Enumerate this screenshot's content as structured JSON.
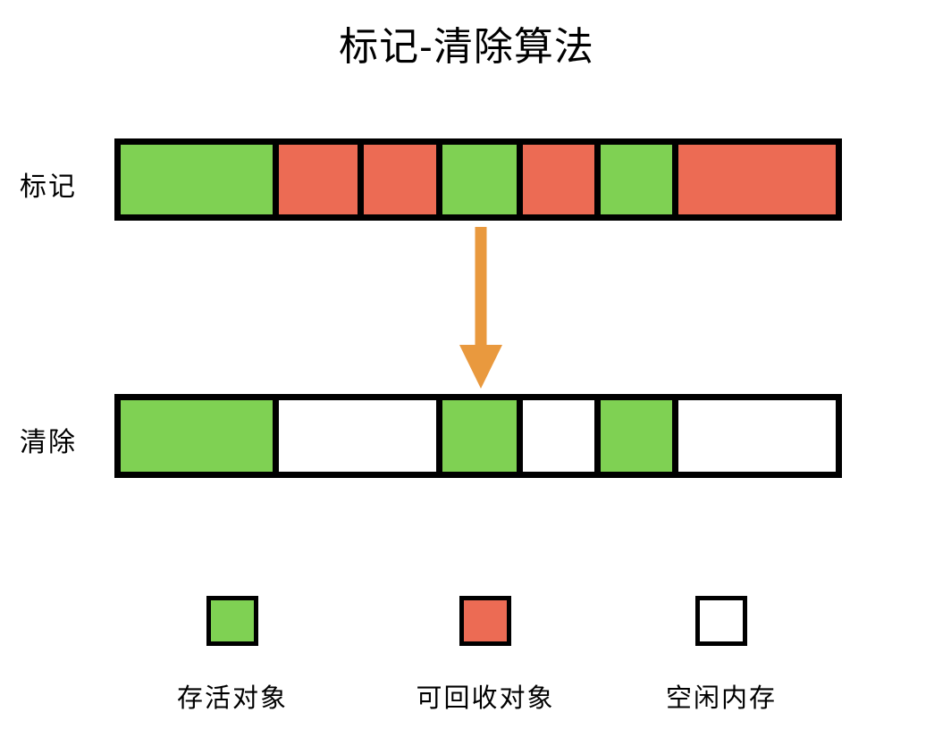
{
  "title": "标记-清除算法",
  "colors": {
    "live": "#7FD153",
    "reclaimable": "#EC6B54",
    "free": "#FFFFFF",
    "arrow": "#E9993E",
    "outline": "#000000"
  },
  "bars": [
    {
      "label": "标记",
      "segments": [
        {
          "type": "live",
          "weight": 170
        },
        {
          "type": "reclaimable",
          "weight": 88
        },
        {
          "type": "reclaimable",
          "weight": 81
        },
        {
          "type": "live",
          "weight": 83
        },
        {
          "type": "reclaimable",
          "weight": 80
        },
        {
          "type": "live",
          "weight": 80
        },
        {
          "type": "reclaimable",
          "weight": 176
        }
      ]
    },
    {
      "label": "清除",
      "segments": [
        {
          "type": "live",
          "weight": 170
        },
        {
          "type": "free",
          "weight": 176
        },
        {
          "type": "live",
          "weight": 83
        },
        {
          "type": "free",
          "weight": 80
        },
        {
          "type": "live",
          "weight": 80
        },
        {
          "type": "free",
          "weight": 176
        }
      ]
    }
  ],
  "legend": {
    "items": [
      {
        "label": "存活对象",
        "type": "live"
      },
      {
        "label": "可回收对象",
        "type": "reclaimable"
      },
      {
        "label": "空闲内存",
        "type": "free"
      }
    ]
  }
}
